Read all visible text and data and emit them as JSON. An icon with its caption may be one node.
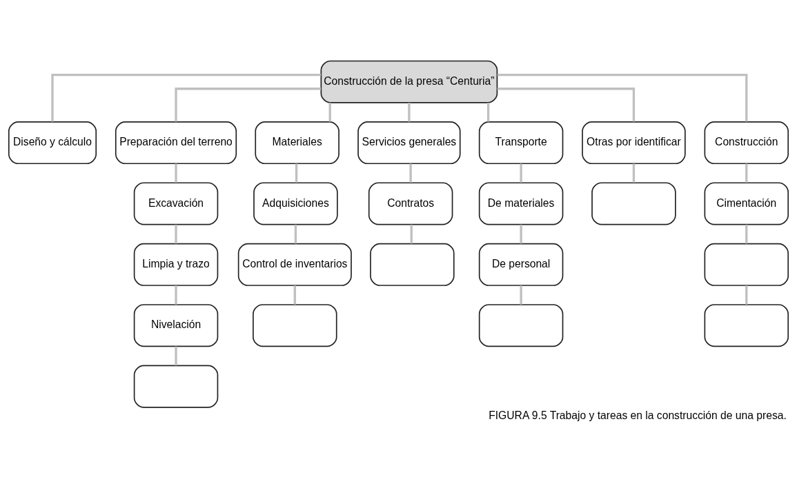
{
  "diagram": {
    "caption": "FIGURA 9.5 Trabajo y tareas en la construcción de una presa.",
    "nodes": [
      {
        "text": [
          "Construcción de la presa “Centuria”"
        ]
      },
      {
        "text": [
          "Diseño y cálculo"
        ]
      },
      {
        "text": [
          "Preparación del terreno"
        ]
      },
      {
        "text": [
          "Materiales"
        ]
      },
      {
        "text": [
          "Servicios generales"
        ]
      },
      {
        "text": [
          "Transporte"
        ]
      },
      {
        "text": [
          "Otras por identificar"
        ]
      },
      {
        "text": [
          "Construcción"
        ]
      },
      {
        "text": [
          "Excavación"
        ]
      },
      {
        "text": [
          "Limpia y trazo"
        ]
      },
      {
        "text": [
          "Nivelación"
        ]
      },
      {
        "text": [],
        "shape": "box"
      },
      {
        "text": [
          "Adquisiciones"
        ]
      },
      {
        "text": [
          "Control de inventarios"
        ]
      },
      {
        "text": [],
        "shape": "box"
      },
      {
        "text": [
          "Contratos"
        ]
      },
      {
        "text": [],
        "shape": "box"
      },
      {
        "text": [
          "De materiales"
        ]
      },
      {
        "text": [
          "De personal"
        ]
      },
      {
        "text": [],
        "shape": "box"
      },
      {
        "text": [],
        "shape": "box"
      },
      {
        "text": [
          "Cimentación"
        ]
      },
      {
        "text": [],
        "shape": "box"
      },
      {
        "text": [],
        "shape": "box"
      }
    ],
    "edges": [
      {
        "from": 0,
        "to": 1,
        "arrow": "none"
      },
      {
        "from": 0,
        "to": 2,
        "arrow": "none"
      },
      {
        "from": 0,
        "to": 3,
        "arrow": "none"
      },
      {
        "from": 0,
        "to": 4,
        "arrow": "none"
      },
      {
        "from": 0,
        "to": 5,
        "arrow": "none"
      },
      {
        "from": 0,
        "to": 6,
        "arrow": "none"
      },
      {
        "from": 0,
        "to": 7,
        "arrow": "none"
      },
      {
        "from": 2,
        "to": 8,
        "arrow": "none"
      },
      {
        "from": 8,
        "to": 9,
        "arrow": "none"
      },
      {
        "from": 9,
        "to": 10,
        "arrow": "none"
      },
      {
        "from": 10,
        "to": 11,
        "arrow": "none"
      },
      {
        "from": 3,
        "to": 12,
        "arrow": "none"
      },
      {
        "from": 12,
        "to": 13,
        "arrow": "none"
      },
      {
        "from": 13,
        "to": 14,
        "arrow": "none"
      },
      {
        "from": 4,
        "to": 15,
        "arrow": "none"
      },
      {
        "from": 15,
        "to": 16,
        "arrow": "none"
      },
      {
        "from": 5,
        "to": 17,
        "arrow": "none"
      },
      {
        "from": 17,
        "to": 18,
        "arrow": "none"
      },
      {
        "from": 18,
        "to": 19,
        "arrow": "none"
      },
      {
        "from": 6,
        "to": 20,
        "arrow": "none"
      },
      {
        "from": 7,
        "to": 21,
        "arrow": "none"
      },
      {
        "from": 21,
        "to": 22,
        "arrow": "none"
      },
      {
        "from": 22,
        "to": 23,
        "arrow": "none"
      }
    ]
  }
}
